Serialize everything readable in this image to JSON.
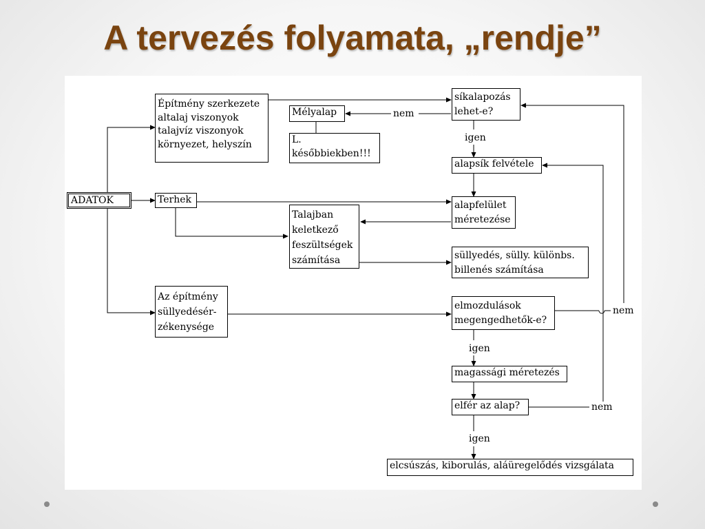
{
  "title": "A tervezés folyamata, „rendje”",
  "nodes": {
    "adatok": "ADATOK",
    "epitmeny": [
      "Építmény szerkezete",
      "altalaj viszonyok",
      "talajvíz viszonyok",
      "környezet, helyszín"
    ],
    "terhek": "Terhek",
    "erzekenyseg": [
      "Az építmény",
      "süllyedésér-",
      "zékenysége"
    ],
    "mélyalap": "Mélyalap",
    "kesobbiek": [
      "L.",
      "későbbiekben!!!"
    ],
    "talajban": [
      "Talajban",
      "keletkező",
      "feszültségek",
      "számítása"
    ],
    "sikalapozas": [
      "síkalapozás",
      "lehet-e?"
    ],
    "felvetele": "alapsík felvétele",
    "alapfelulet": [
      "alapfelület",
      "méretezése"
    ],
    "sullyedes": [
      "süllyedés, sülly. különbs.",
      "billenés számítása"
    ],
    "elmozdulasok": [
      "elmozdulások",
      "megengedhetők-e?"
    ],
    "magassagi": "magassági méretezés",
    "elfer": "elfér az alap?",
    "elcsuszas": "elcsúszás, kiborulás, aláüregelődés vizsgálata"
  },
  "edge_labels": {
    "nem": "nem",
    "igen": "igen"
  }
}
